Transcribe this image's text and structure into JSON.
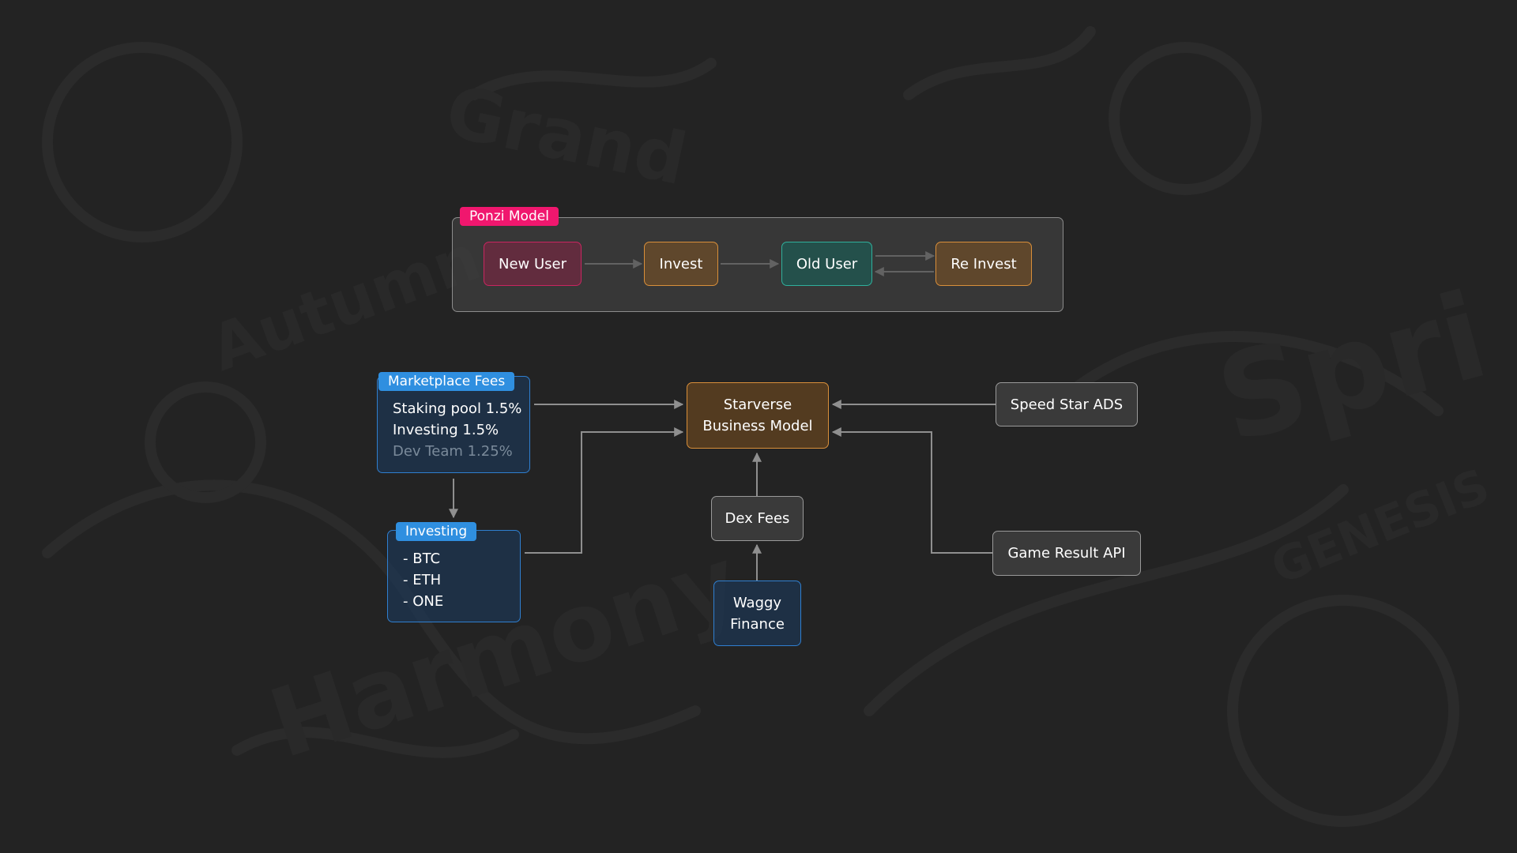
{
  "ponzi": {
    "label": "Ponzi Model",
    "nodes": [
      "New User",
      "Invest",
      "Old User",
      "Re Invest"
    ]
  },
  "marketplace": {
    "label": "Marketplace Fees",
    "lines": [
      "Staking pool 1.5%",
      "Investing 1.5%",
      "Dev Team 1.25%"
    ]
  },
  "investing": {
    "label": "Investing",
    "lines": [
      "- BTC",
      "- ETH",
      "- ONE"
    ]
  },
  "center": {
    "line1": "Starverse",
    "line2": "Business Model"
  },
  "dex_fees": "Dex Fees",
  "waggy": {
    "line1": "Waggy",
    "line2": "Finance"
  },
  "speed_star": "Speed Star ADS",
  "game_result": "Game Result API",
  "colors": {
    "background": "#232323",
    "pink": "#c92560",
    "amber": "#d98f3a",
    "teal": "#2fb09c",
    "blue": "#2f7fd0",
    "magenta_label": "#f0176e",
    "sky_label": "#2f8fe0",
    "connector": "#8f8f8f"
  }
}
